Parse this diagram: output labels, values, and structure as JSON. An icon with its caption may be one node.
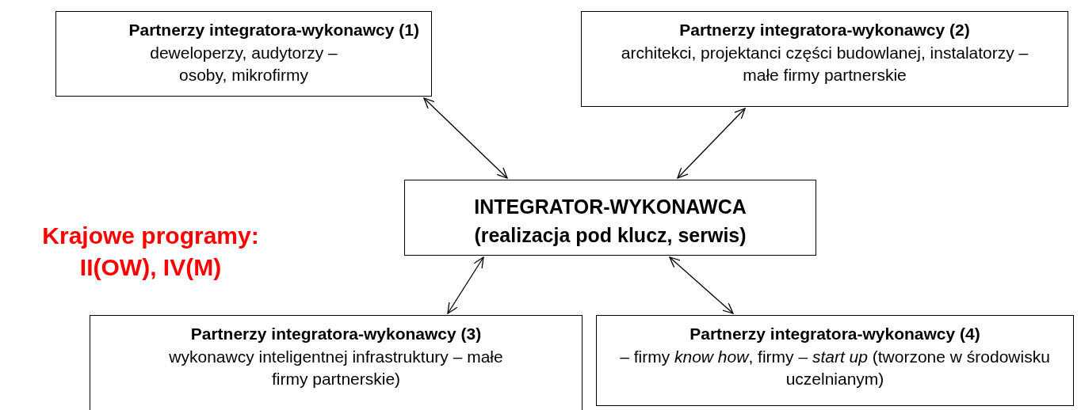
{
  "diagram": {
    "nodes": [
      {
        "text": [
          "Partnerzy integratora-wykonawcy (1)",
          "deweloperzy, audytorzy – osoby, mikrofirmy"
        ]
      },
      {
        "text": [
          "Partnerzy integratora-wykonawcy (2)",
          "architekci, projektanci części budowlanej, instalatorzy – małe firmy partnerskie"
        ]
      },
      {
        "text": [
          "INTEGRATOR-WYKONAWCA (realizacja pod klucz, serwis)"
        ]
      },
      {
        "text": [
          "Partnerzy integratora-wykonawcy (3)",
          "wykonawcy inteligentnej infrastruktury – małe firmy partnerskie)"
        ]
      },
      {
        "text": [
          "Partnerzy integratora-wykonawcy (4)",
          "– firmy *know how*, firmy *– start up* (tworzone w środowisku uczelnianym)"
        ]
      }
    ],
    "edges": [
      {
        "from": 0,
        "to": 2,
        "arrow": "both"
      },
      {
        "from": 1,
        "to": 2,
        "arrow": "both"
      },
      {
        "from": 2,
        "to": 3,
        "arrow": "both"
      },
      {
        "from": 2,
        "to": 4,
        "arrow": "both"
      }
    ],
    "labels": [
      "Krajowe programy: II(OW), IV(M)"
    ]
  }
}
